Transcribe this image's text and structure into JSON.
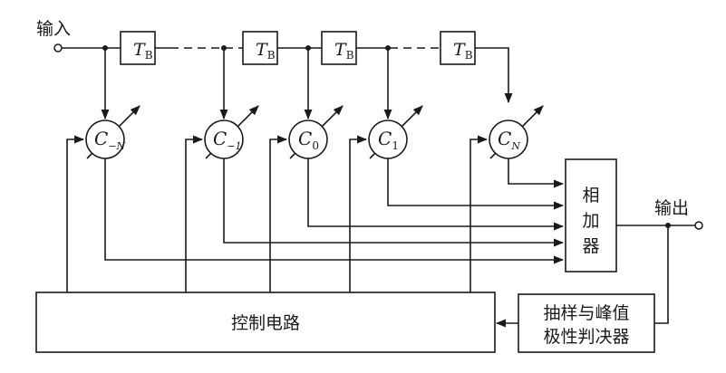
{
  "labels": {
    "input": "输入",
    "output": "输出",
    "delay_main": "T",
    "delay_sub": "B",
    "coef_main": "C",
    "coef_subs": [
      "−N",
      "−1",
      "0",
      "1",
      "N"
    ],
    "adder_chars": [
      "相",
      "加",
      "器"
    ],
    "control": "控制电路",
    "sampler_line1": "抽样与峰值",
    "sampler_line2": "极性判决器"
  },
  "colors": {
    "ink": "#1a1a1a",
    "background": "#ffffff"
  }
}
